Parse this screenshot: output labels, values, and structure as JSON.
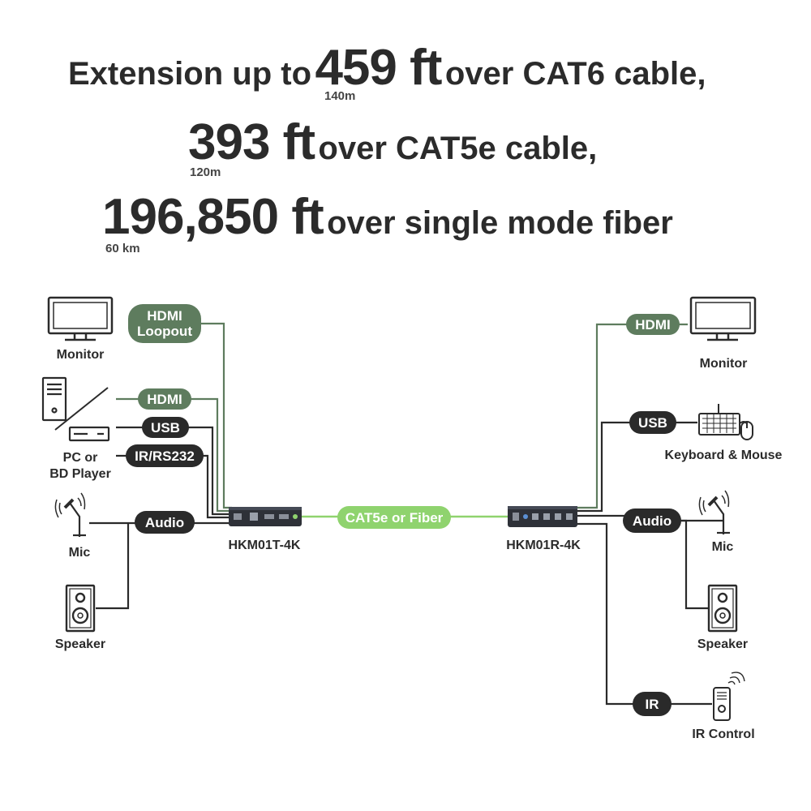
{
  "headline": {
    "line1": {
      "prefix": "Extension up to",
      "value": "459 ft",
      "suffix": "over CAT6 cable,",
      "metric": "140m"
    },
    "line2": {
      "value": "393 ft",
      "suffix": "over CAT5e cable,",
      "metric": "120m"
    },
    "line3": {
      "value": "196,850 ft",
      "suffix": "over single mode fiber",
      "metric": "60 km"
    }
  },
  "colors": {
    "green": "#5e7c5e",
    "dark": "#2a2a2a",
    "link": "#8fd36e",
    "text": "#2b2b2b"
  },
  "transmitter": {
    "label": "HKM01T-4K",
    "devices": {
      "monitor": "Monitor",
      "pc": "PC or\nBD Player",
      "mic": "Mic",
      "speaker": "Speaker"
    },
    "ports": {
      "hdmi_loopout": "HDMI\nLoopout",
      "hdmi": "HDMI",
      "usb": "USB",
      "ir_rs232": "IR/RS232",
      "audio": "Audio"
    }
  },
  "link": {
    "label": "CAT5e or Fiber"
  },
  "receiver": {
    "label": "HKM01R-4K",
    "devices": {
      "monitor": "Monitor",
      "keyboard_mouse": "Keyboard & Mouse",
      "mic": "Mic",
      "speaker": "Speaker",
      "ir_control": "IR Control"
    },
    "ports": {
      "hdmi": "HDMI",
      "usb": "USB",
      "audio": "Audio",
      "ir": "IR"
    }
  }
}
